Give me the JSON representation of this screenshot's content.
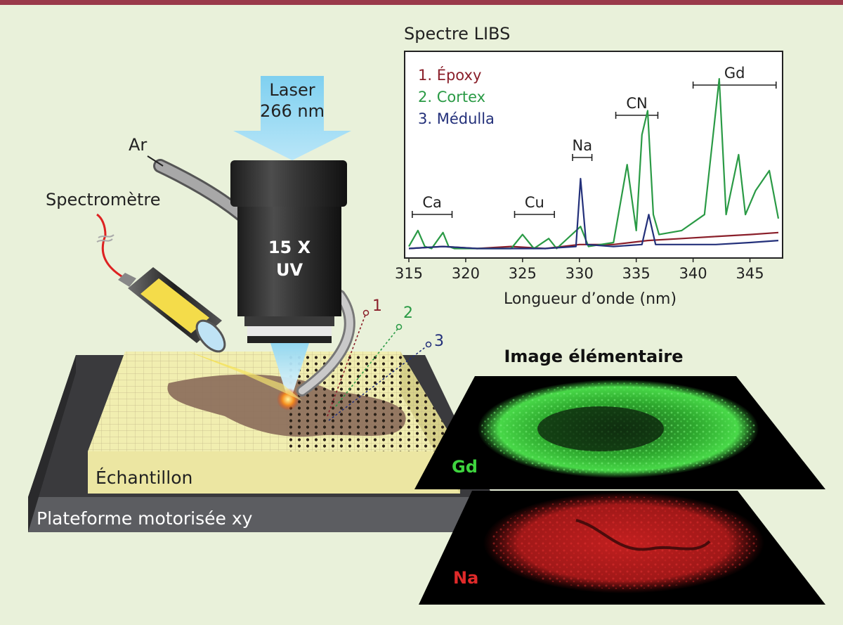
{
  "laser": {
    "line1": "Laser",
    "line2": "266 nm"
  },
  "gas_label": "Ar",
  "spectrometer_label": "Spectromètre",
  "objective": {
    "line1": "15 X",
    "line2": "UV"
  },
  "sample_label": "Échantillon",
  "stage_label": "Plateforme motorisée xy",
  "points": {
    "p1": "1",
    "p2": "2",
    "p3": "3"
  },
  "image_title": "Image élémentaire",
  "maps": {
    "gd": "Gd",
    "na": "Na"
  },
  "colors": {
    "epoxy": "#8a1f2a",
    "cortex": "#2a9a45",
    "medulla": "#23307a",
    "gd_map": "#3ed43e",
    "na_map": "#e02a2a",
    "frame_bar": "#9a3a4a"
  },
  "chart_data": {
    "type": "line",
    "title": "Spectre LIBS",
    "xlabel": "Longueur d’onde (nm)",
    "ylabel": "",
    "xlim": [
      315,
      347.5
    ],
    "ylim": [
      0,
      1
    ],
    "xticks": [
      "315",
      "320",
      "325",
      "330",
      "335",
      "340",
      "345"
    ],
    "legend": [
      "1. Époxy",
      "2. Cortex",
      "3. Médulla"
    ],
    "legend_position": "top-left",
    "series": [
      {
        "name": "1. Époxy",
        "x": [
          315,
          318,
          321,
          324,
          327,
          330,
          333,
          336,
          339,
          342,
          345,
          347.5
        ],
        "y": [
          0.03,
          0.04,
          0.03,
          0.04,
          0.03,
          0.05,
          0.05,
          0.07,
          0.08,
          0.09,
          0.1,
          0.11
        ]
      },
      {
        "name": "2. Cortex",
        "x": [
          315,
          315.8,
          316.4,
          317,
          318,
          318.5,
          319,
          322,
          324,
          325,
          326,
          327.3,
          328,
          330.1,
          330.8,
          333,
          334.2,
          335,
          335.5,
          336,
          336.5,
          337,
          339,
          341,
          342.3,
          342.9,
          344,
          344.6,
          345.5,
          346.7,
          347.5
        ],
        "y": [
          0.04,
          0.12,
          0.04,
          0.03,
          0.11,
          0.04,
          0.03,
          0.03,
          0.03,
          0.1,
          0.03,
          0.08,
          0.03,
          0.14,
          0.04,
          0.06,
          0.45,
          0.12,
          0.6,
          0.72,
          0.2,
          0.1,
          0.12,
          0.2,
          0.88,
          0.2,
          0.5,
          0.2,
          0.32,
          0.42,
          0.18
        ]
      },
      {
        "name": "3. Médulla",
        "x": [
          315,
          318,
          321,
          324,
          327,
          329.7,
          330.1,
          330.6,
          333,
          335.5,
          336.1,
          336.7,
          339,
          342,
          345,
          347.5
        ],
        "y": [
          0.03,
          0.04,
          0.03,
          0.03,
          0.03,
          0.04,
          0.38,
          0.05,
          0.04,
          0.05,
          0.2,
          0.05,
          0.05,
          0.05,
          0.06,
          0.07
        ]
      }
    ],
    "annotations": [
      {
        "label": "Ca",
        "x_range": [
          315.3,
          318.8
        ]
      },
      {
        "label": "Cu",
        "x_range": [
          324.3,
          327.8
        ]
      },
      {
        "label": "Na",
        "x_range": [
          329.4,
          331.1
        ]
      },
      {
        "label": "CN",
        "x_range": [
          333.2,
          336.9
        ]
      },
      {
        "label": "Gd",
        "x_range": [
          340,
          347.3
        ]
      }
    ]
  }
}
